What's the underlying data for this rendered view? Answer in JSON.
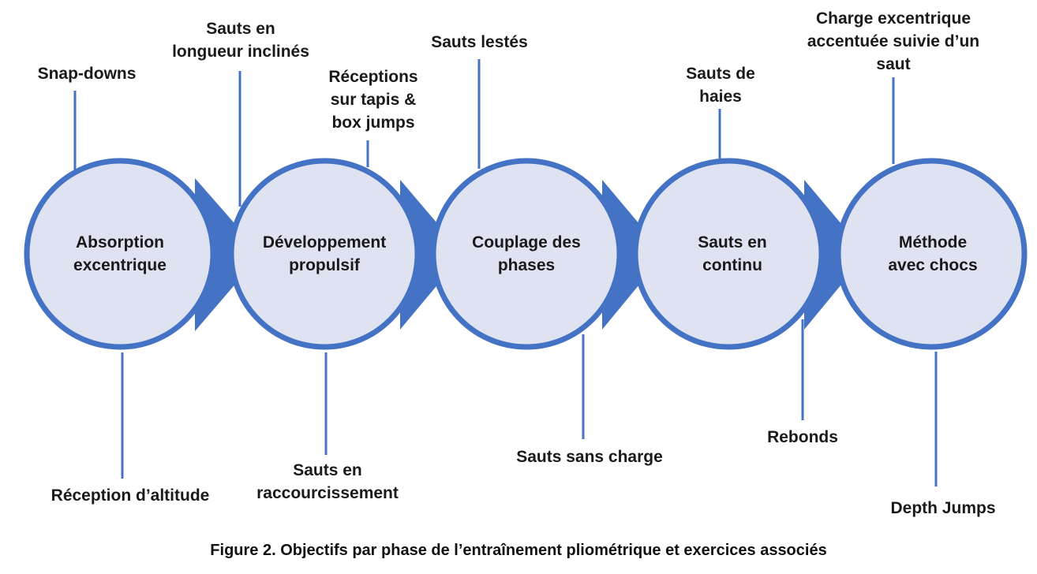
{
  "colors": {
    "circle_fill": "#dfe3f1",
    "circle_stroke": "#4472c4",
    "arrow_fill": "#4472c4",
    "leader_line": "#4472c4"
  },
  "phases": [
    {
      "label": "Absorption\nexcentrique"
    },
    {
      "label": "Développement\npropulsif"
    },
    {
      "label": "Couplage des\nphases"
    },
    {
      "label": "Sauts en\ncontinu"
    },
    {
      "label": "Méthode\navec chocs"
    }
  ],
  "exercises": {
    "snap_downs": "Snap-downs",
    "reception_altitude": "Réception d’altitude",
    "sauts_longueur_inclines": "Sauts en\nlongueur inclinés",
    "receptions_tapis": "Réceptions\nsur tapis &\nbox jumps",
    "sauts_raccourcissement": "Sauts en\nraccourcissement",
    "sauts_lestes": "Sauts lestés",
    "sauts_sans_charge": "Sauts sans charge",
    "sauts_haies": "Sauts de\nhaies",
    "rebonds": "Rebonds",
    "charge_excentrique": "Charge excentrique\naccentuée suivie d’un\nsaut",
    "depth_jumps": "Depth Jumps"
  },
  "caption": "Figure 2. Objectifs par phase de l’entraînement pliométrique et exercices associés"
}
